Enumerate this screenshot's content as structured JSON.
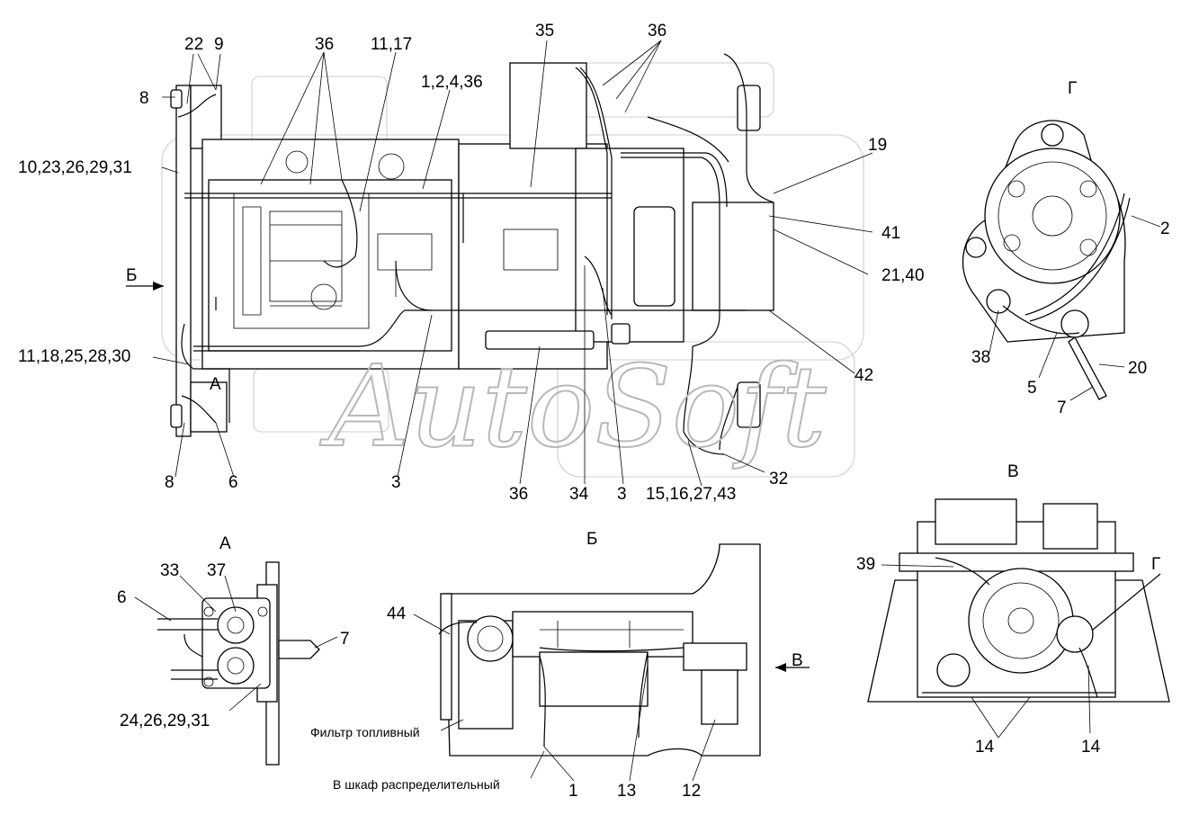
{
  "watermark": "AutoSoft",
  "views": {
    "a": "А",
    "b": "Б",
    "v": "В",
    "g": "Г"
  },
  "callouts": {
    "c22": "22",
    "c9": "9",
    "c36a": "36",
    "c11_17": "11,17",
    "c1_2_4_36": "1,2,4,36",
    "c35": "35",
    "c36b": "36",
    "c8a": "8",
    "c10_23": "10,23,26,29,31",
    "c19": "19",
    "c41": "41",
    "c21_40": "21,40",
    "c42": "42",
    "c11_18": "11,18,25,28,30",
    "cA_main": "А",
    "cB_arrow": "Б",
    "c8b": "8",
    "c6a": "6",
    "c3a": "3",
    "c36c": "36",
    "c34": "34",
    "c3b": "3",
    "c15_16": "15,16,27,43",
    "c32": "32",
    "c2": "2",
    "c38": "38",
    "c5": "5",
    "c20": "20",
    "c7a": "7",
    "c33": "33",
    "c37": "37",
    "c6b": "6",
    "c7b": "7",
    "c24_26": "24,26,29,31",
    "c44": "44",
    "c13": "13",
    "c12": "12",
    "c1": "1",
    "cV_arrow": "В",
    "c39": "39",
    "cG_arrow": "Г",
    "c14a": "14",
    "c14b": "14"
  },
  "notes": {
    "fuel_filter": "Фильтр топливный",
    "cabinet": "В шкаф распределительный"
  }
}
